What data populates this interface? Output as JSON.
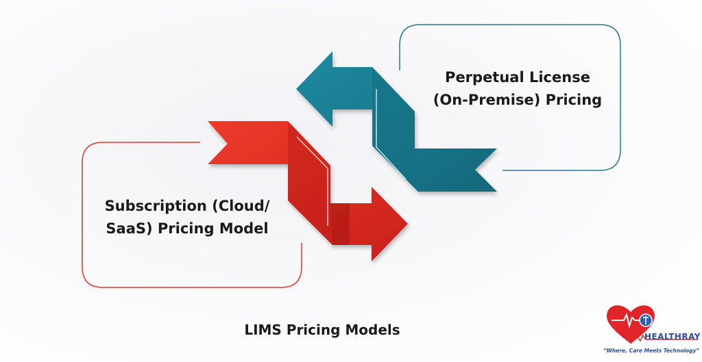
{
  "diagram": {
    "caption": "LIMS Pricing Models",
    "left_box": {
      "lines": [
        "Subscription (Cloud/",
        "SaaS) Pricing Model"
      ],
      "color": "#e0352b"
    },
    "right_box": {
      "lines": [
        "Perpetual License",
        "(On-Premise) Pricing"
      ],
      "color": "#1f7a8c"
    },
    "arrow_colors": {
      "red": "#e32b22",
      "teal": "#1b7c93"
    }
  },
  "logo": {
    "name": "HEALTHRAY",
    "tagline": "“Where, Care Meets Technology”"
  }
}
